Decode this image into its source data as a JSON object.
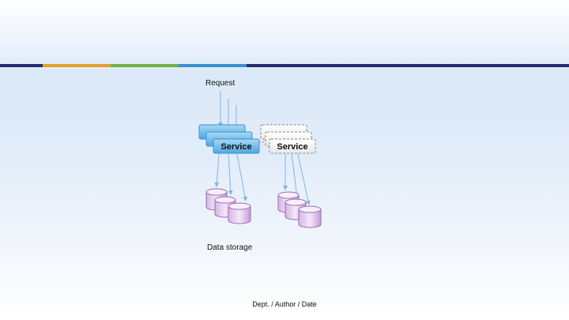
{
  "stripe_colors": [
    "#1e2f6b",
    "#e3a02b",
    "#6fb243",
    "#3d8fd0",
    "#1e2f6b"
  ],
  "diagram": {
    "request_label": "Request",
    "service_label_active": "Service",
    "service_label_ghost": "Service",
    "storage_label": "Data storage"
  },
  "footer": {
    "text": "Dept. / Author / Date"
  }
}
